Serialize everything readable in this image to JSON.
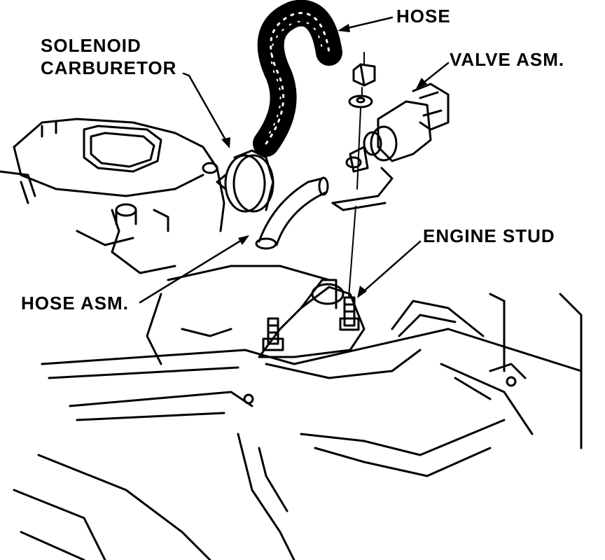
{
  "labels": {
    "hose": "HOSE",
    "valve_asm": "VALVE ASM.",
    "solenoid": "SOLENOID",
    "carburetor": "CARBURETOR",
    "engine_stud": "ENGINE STUD",
    "hose_asm": "HOSE ASM."
  },
  "colors": {
    "ink": "#000000",
    "paper": "#ffffff"
  }
}
